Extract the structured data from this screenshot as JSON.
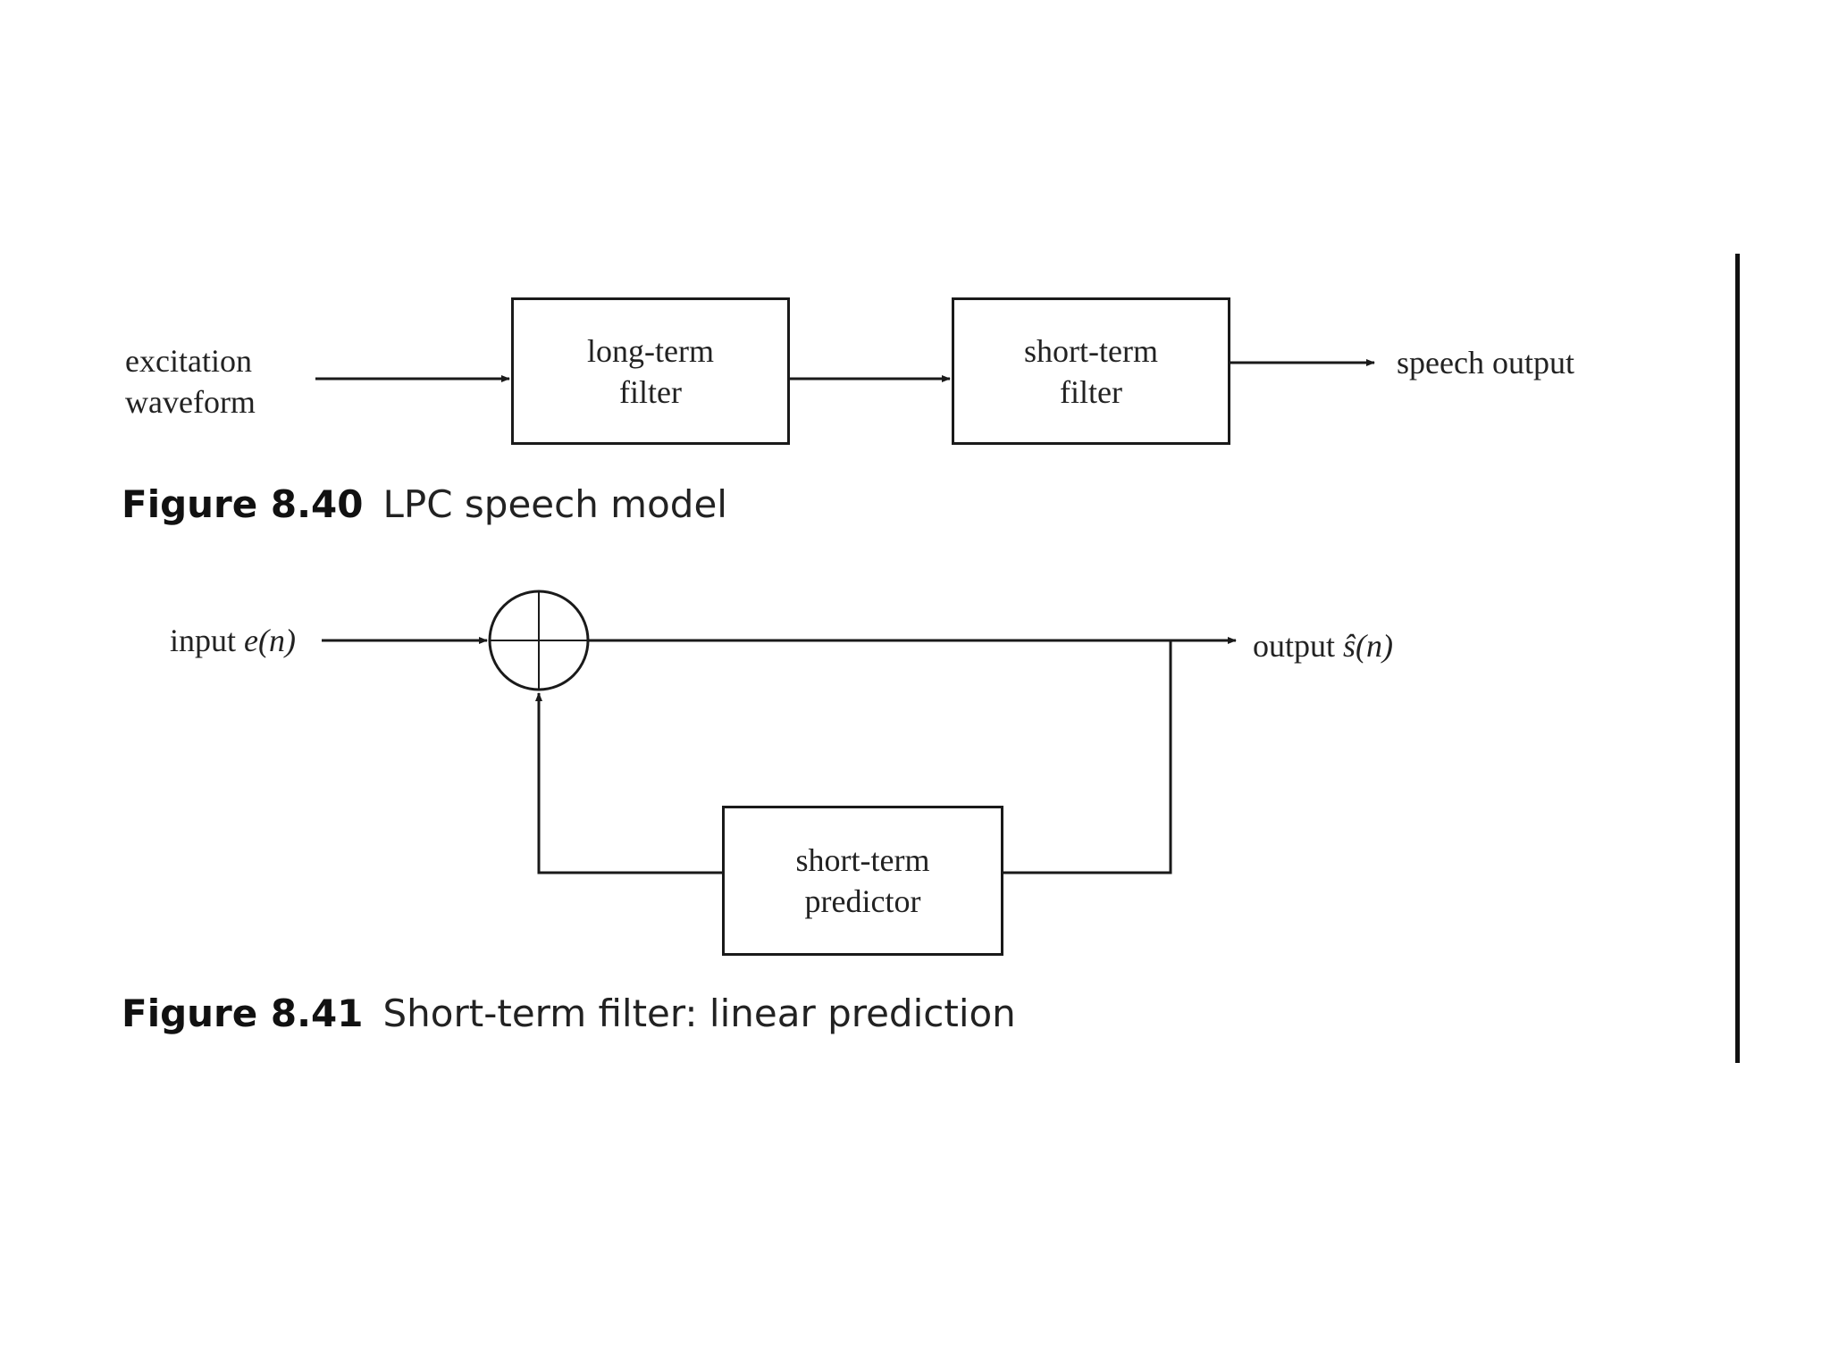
{
  "figure_840": {
    "input_label": "excitation waveform",
    "block1": "long-term filter",
    "block2": "short-term filter",
    "output_label": "speech output",
    "caption_num": "Figure 8.40",
    "caption_text": "LPC speech model"
  },
  "figure_841": {
    "input_text": "input",
    "input_symbol": "e(n)",
    "output_text": "output",
    "output_symbol": "ŝ(n)",
    "block": "short-term predictor",
    "caption_num": "Figure 8.41",
    "caption_text": "Short-term filter: linear prediction"
  }
}
